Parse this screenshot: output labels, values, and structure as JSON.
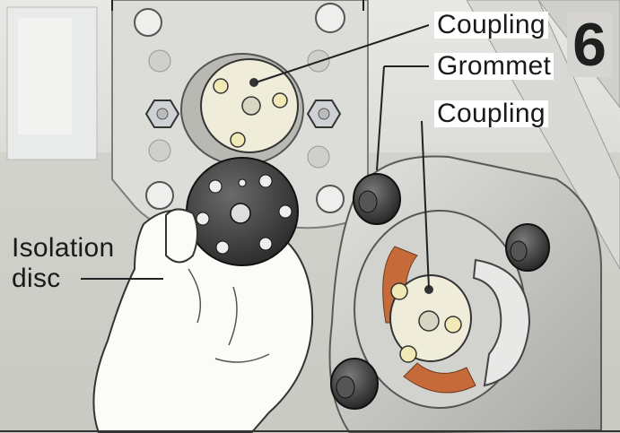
{
  "step_number": "6",
  "labels": {
    "coupling_top": "Coupling",
    "grommet": "Grommet",
    "coupling_bottom": "Coupling",
    "isolation_disc": "Isolation disc"
  }
}
